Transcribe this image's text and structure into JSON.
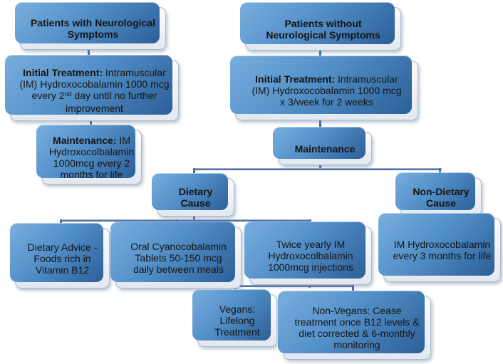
{
  "diagram": {
    "description": "Flowchart of vitamin B12 deficiency treatment pathways",
    "colors": {
      "background": "#ffffff",
      "node_back_top": "#79aede",
      "node_back_bottom": "#2c5f98",
      "node_front_top": "#fafbfd",
      "node_front_bottom": "#e2e8ef",
      "node_border": "#a7bcd1",
      "connector": "#4a6d9e",
      "text": "#141414"
    },
    "nodes": {
      "neuro": {
        "title": "Patients with Neurological Symptoms"
      },
      "no_neuro": {
        "title": "Patients without Neurological Symptoms"
      },
      "neuro_initial": {
        "label": "Initial Treatment:",
        "body_before_sup": " Intramuscular (IM) Hydroxocobalamin 1000 mcg every 2",
        "sup": "nd",
        "body_after_sup": " day until no further improvement"
      },
      "no_neuro_initial": {
        "label": "Initial Treatment:",
        "body": " Intramuscular (IM) Hydroxocobalamin 1000 mcg x 3/week for 2 weeks"
      },
      "neuro_maintenance": {
        "label": "Maintenance:",
        "body": " IM Hydroxocolbalamin 1000mcg every 2 months for life"
      },
      "maintenance": {
        "title": "Maintenance"
      },
      "dietary_cause": {
        "title": "Dietary Cause"
      },
      "non_dietary_cause": {
        "title": "Non-Dietary Cause"
      },
      "dietary_advice": {
        "body": "Dietary Advice - Foods rich in Vitamin B12"
      },
      "oral_tablets": {
        "body": "Oral Cyanocobalamin Tablets 50-150 mcg daily between meals"
      },
      "twice_yearly": {
        "body": "Twice yearly IM Hydroxocolbalamin 1000mcg injections"
      },
      "im_every_3_months": {
        "body": "IM Hydroxocobalamin every 3 months for life"
      },
      "vegans": {
        "body": "Vegans: Lifelong Treatment"
      },
      "non_vegans": {
        "body": "Non-Vegans: Cease treatment once B12 levels & diet corrected & 6-monthly monitoring"
      }
    }
  }
}
